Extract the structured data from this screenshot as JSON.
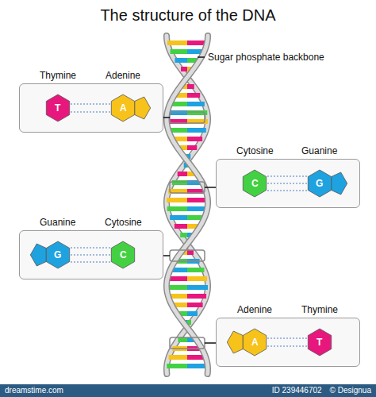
{
  "diagram": {
    "title": "The structure of the DNA",
    "nodes": [
      {
        "text": [
          "Thymine",
          "Adenine",
          "T",
          "A"
        ]
      },
      {
        "text": [
          "Cytosine",
          "Guanine",
          "C",
          "G"
        ]
      },
      {
        "text": [
          "Guanine",
          "Cytosine",
          "G",
          "C"
        ]
      },
      {
        "text": [
          "Adenine",
          "Thymine",
          "A",
          "T"
        ]
      }
    ],
    "labels": [
      "Sugar phosphate backbone",
      "dreamstime.com",
      "ID 239446702",
      "© Designua"
    ]
  }
}
